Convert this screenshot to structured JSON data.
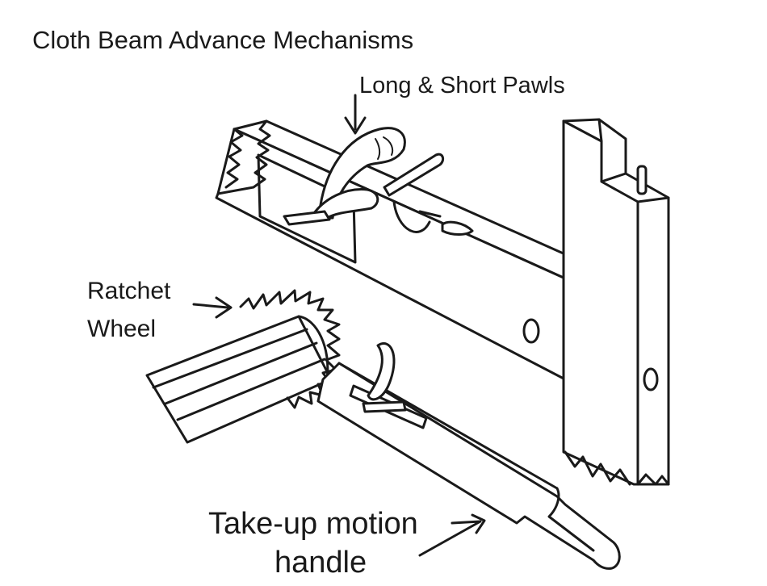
{
  "diagram": {
    "title": "Cloth Beam Advance Mechanisms",
    "labels": {
      "pawls": "Long & Short Pawls",
      "ratchet_line1": "Ratchet",
      "ratchet_line2": "Wheel",
      "handle_line1": "Take-up motion",
      "handle_line2": "handle"
    }
  }
}
